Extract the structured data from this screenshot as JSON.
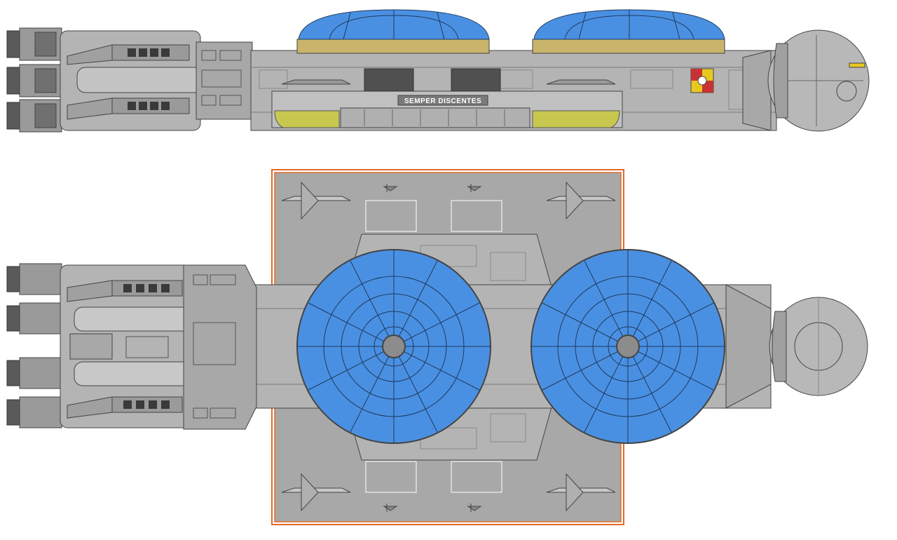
{
  "ship": {
    "hull_text": "SEMPER DISCENTES"
  },
  "colors": {
    "hull": "#b4b4b4",
    "hull_light": "#c8c8c8",
    "hull_dark": "#8c8c8c",
    "outline": "#444444",
    "dome": "#4a90e2",
    "dome_line": "#1e3a5f",
    "gold_trim": "#c8b46a",
    "yellow_mesh": "#c8c850",
    "flight_deck": "#a8a8a8",
    "deck_border": "#e06a2a",
    "panel_dark": "#505050",
    "emblem_red": "#c83232",
    "emblem_yellow": "#e8c820"
  },
  "views": [
    {
      "name": "side-view"
    },
    {
      "name": "top-view"
    }
  ]
}
